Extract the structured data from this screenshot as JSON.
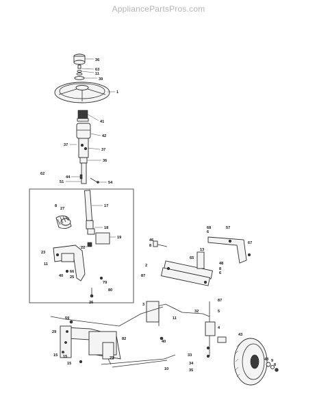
{
  "watermark": "AppliancePartsPros.com",
  "labels": [
    {
      "id": "36a",
      "text": "36"
    },
    {
      "id": "63",
      "text": "63"
    },
    {
      "id": "11a",
      "text": "11"
    },
    {
      "id": "39",
      "text": "39"
    },
    {
      "id": "1",
      "text": "1"
    },
    {
      "id": "41",
      "text": "41"
    },
    {
      "id": "42",
      "text": "42"
    },
    {
      "id": "37a",
      "text": "37"
    },
    {
      "id": "37b",
      "text": "37"
    },
    {
      "id": "36b",
      "text": "36"
    },
    {
      "id": "62",
      "text": "62"
    },
    {
      "id": "44",
      "text": "44"
    },
    {
      "id": "51",
      "text": "51"
    },
    {
      "id": "54",
      "text": "54"
    },
    {
      "id": "8a",
      "text": "8"
    },
    {
      "id": "27",
      "text": "27"
    },
    {
      "id": "17",
      "text": "17"
    },
    {
      "id": "18",
      "text": "18"
    },
    {
      "id": "19",
      "text": "19"
    },
    {
      "id": "22",
      "text": "22"
    },
    {
      "id": "23",
      "text": "23"
    },
    {
      "id": "11b",
      "text": "11"
    },
    {
      "id": "40a",
      "text": "40"
    },
    {
      "id": "66",
      "text": "66"
    },
    {
      "id": "25",
      "text": "25"
    },
    {
      "id": "79",
      "text": "79"
    },
    {
      "id": "80",
      "text": "80"
    },
    {
      "id": "26",
      "text": "26"
    },
    {
      "id": "68",
      "text": "68"
    },
    {
      "id": "57",
      "text": "57"
    },
    {
      "id": "6",
      "text": "6"
    },
    {
      "id": "67",
      "text": "67"
    },
    {
      "id": "46",
      "text": "46"
    },
    {
      "id": "8b",
      "text": "8"
    },
    {
      "id": "13",
      "text": "13"
    },
    {
      "id": "65",
      "text": "65"
    },
    {
      "id": "2",
      "text": "2"
    },
    {
      "id": "48",
      "text": "48"
    },
    {
      "id": "8c",
      "text": "8"
    },
    {
      "id": "6b",
      "text": "6"
    },
    {
      "id": "87a",
      "text": "87"
    },
    {
      "id": "87b",
      "text": "87"
    },
    {
      "id": "3",
      "text": "3"
    },
    {
      "id": "11c",
      "text": "11"
    },
    {
      "id": "32",
      "text": "32"
    },
    {
      "id": "5",
      "text": "5"
    },
    {
      "id": "4",
      "text": "4"
    },
    {
      "id": "40b",
      "text": "40"
    },
    {
      "id": "43a",
      "text": "43"
    },
    {
      "id": "59",
      "text": "59"
    },
    {
      "id": "29a",
      "text": "29"
    },
    {
      "id": "82",
      "text": "82"
    },
    {
      "id": "15a",
      "text": "15"
    },
    {
      "id": "15b",
      "text": "15"
    },
    {
      "id": "15c",
      "text": "15"
    },
    {
      "id": "29b",
      "text": "29"
    },
    {
      "id": "10",
      "text": "10"
    },
    {
      "id": "33",
      "text": "33"
    },
    {
      "id": "34",
      "text": "34"
    },
    {
      "id": "35",
      "text": "35"
    },
    {
      "id": "43b",
      "text": "43"
    },
    {
      "id": "9",
      "text": "9"
    },
    {
      "id": "8d",
      "text": "8"
    }
  ]
}
